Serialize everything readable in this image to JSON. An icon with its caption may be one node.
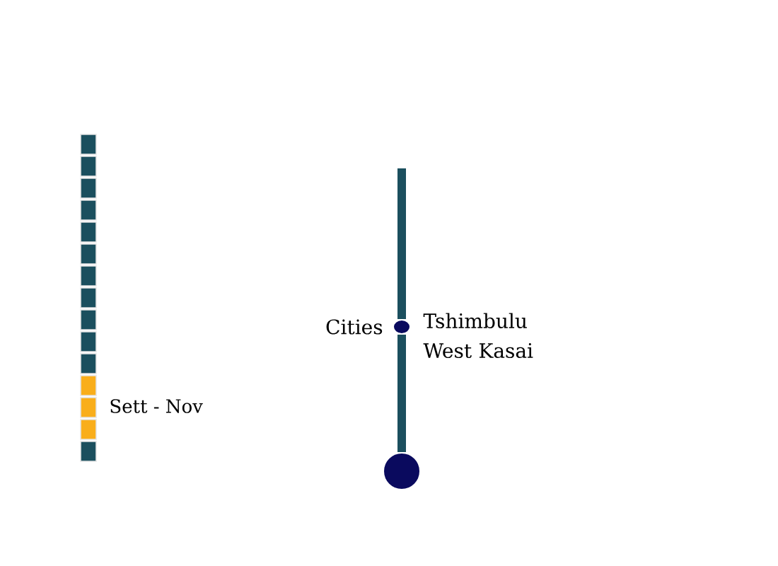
{
  "diagram": {
    "nodes": [
      {
        "text": [
          "Tshimbulu West Kasai"
        ],
        "beside": [
          "Cities"
        ]
      },
      {
        "text": [],
        "shape": "circle"
      }
    ],
    "edges": [
      {
        "from": null,
        "to": 0,
        "arrow": "none"
      },
      {
        "from": 0,
        "to": 1,
        "arrow": "none"
      }
    ],
    "labels": [
      "Sett - Nov"
    ]
  }
}
